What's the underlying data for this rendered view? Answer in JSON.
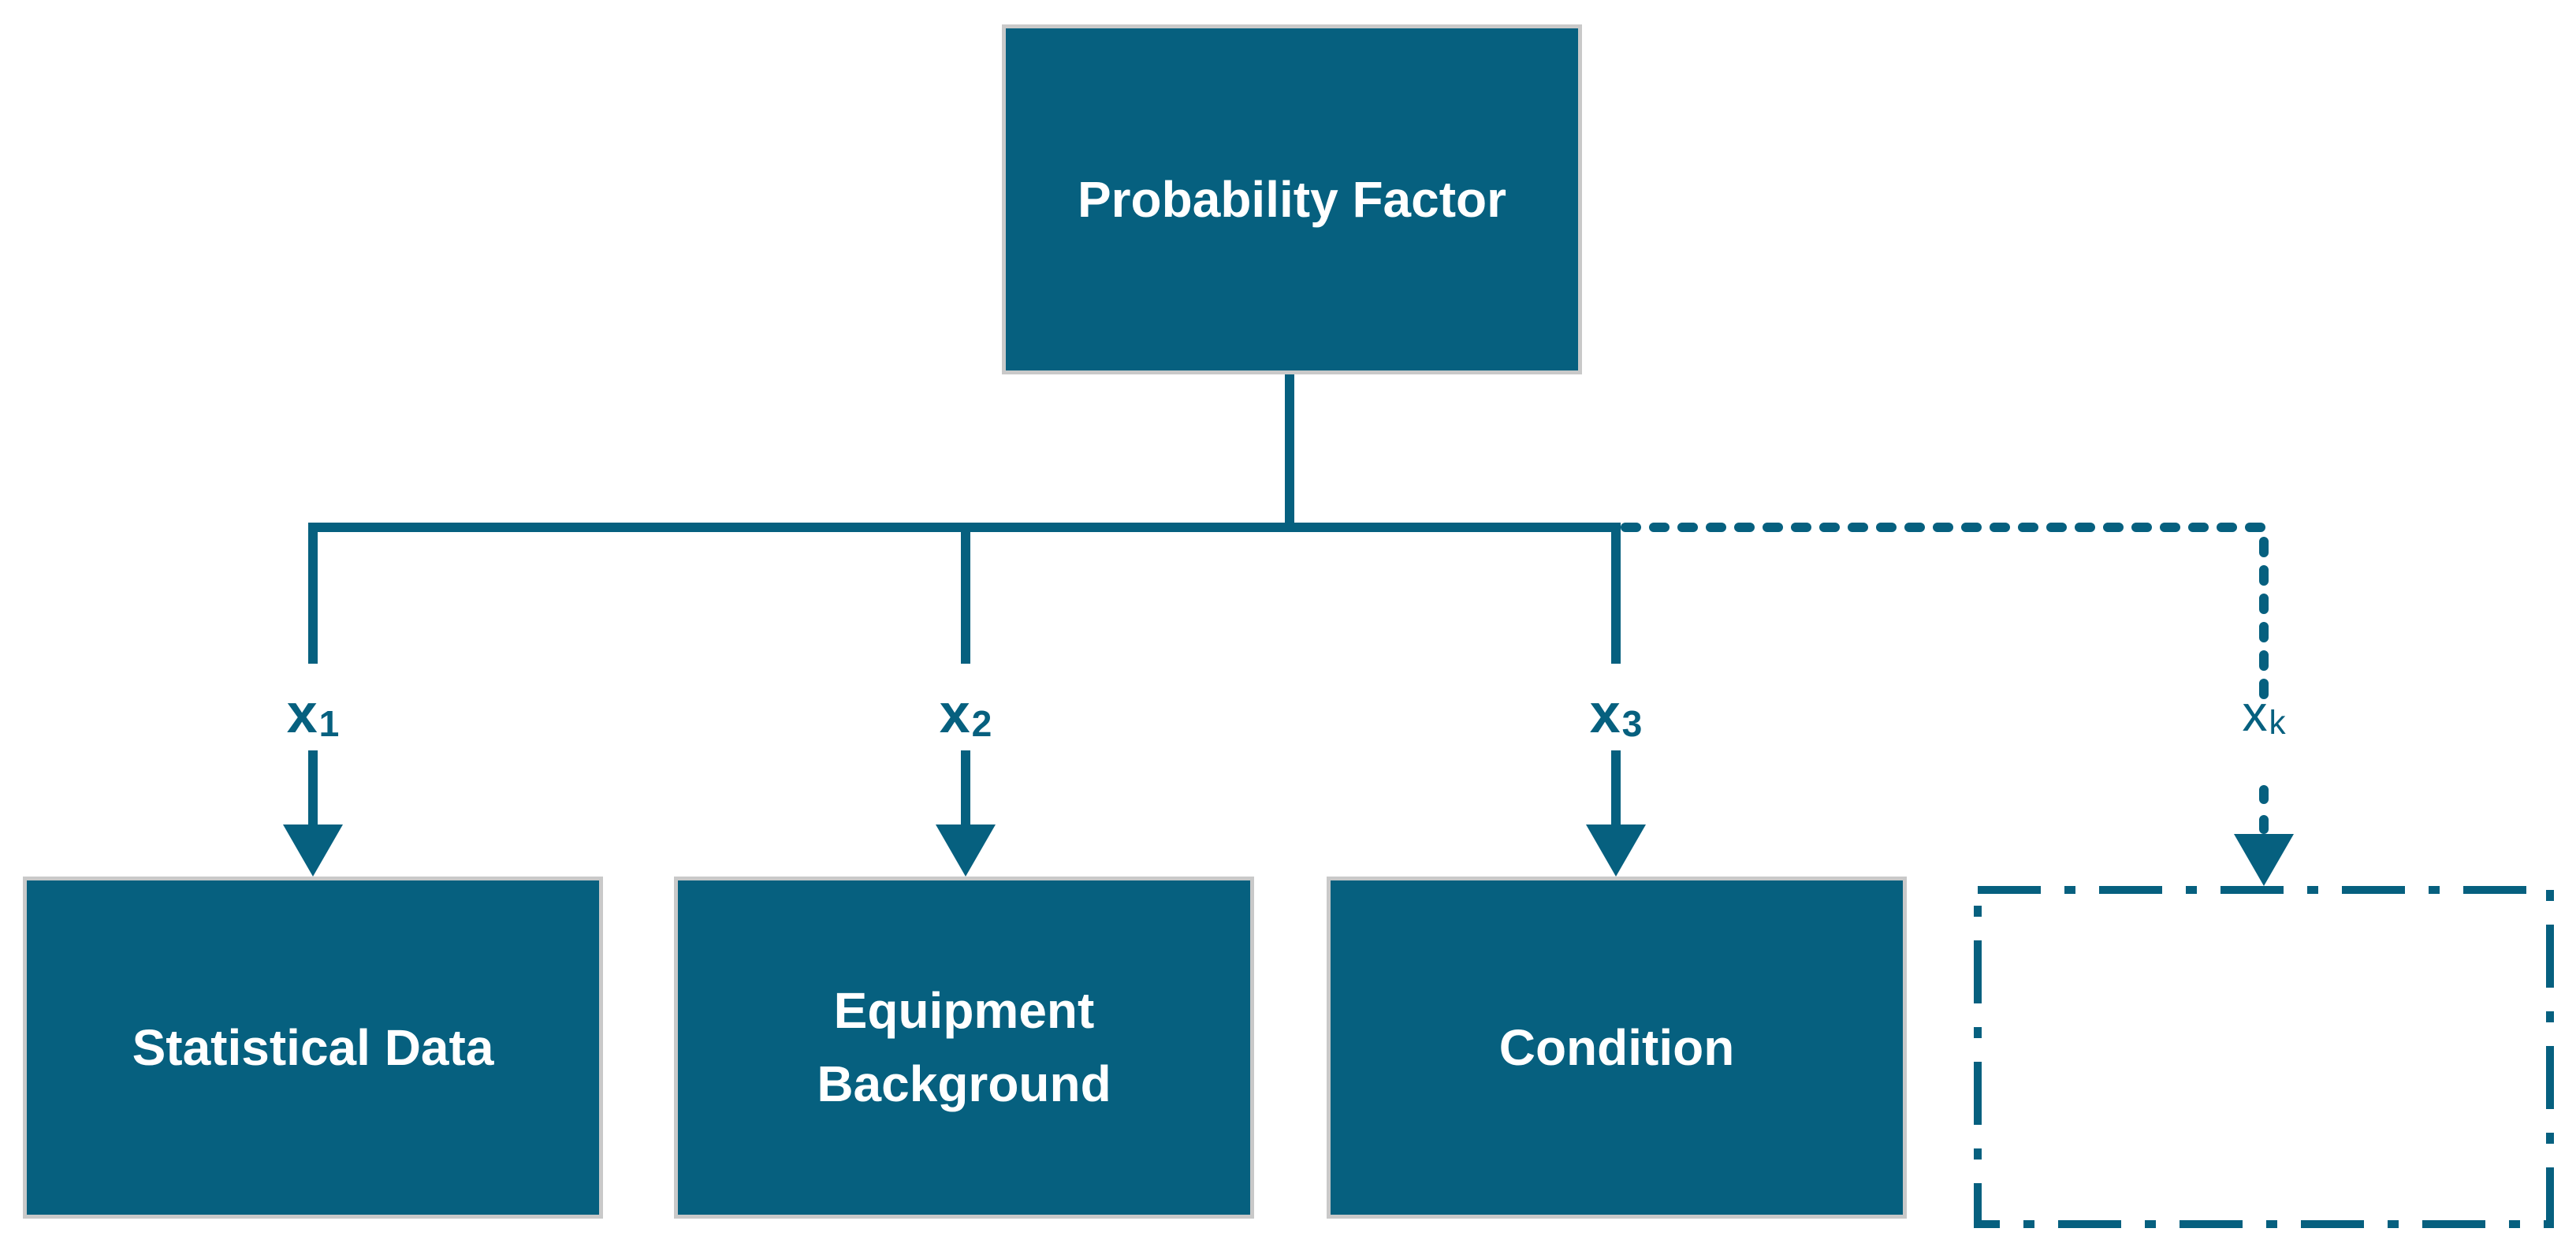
{
  "diagram": {
    "title": "Probability factor hierarchy",
    "root": {
      "label": "Probability Factor"
    },
    "branches": [
      {
        "var_base": "x",
        "var_sub": "1",
        "line_style": "solid",
        "target_label": "Statistical Data"
      },
      {
        "var_base": "x",
        "var_sub": "2",
        "line_style": "solid",
        "target_label": "Equipment Background"
      },
      {
        "var_base": "x",
        "var_sub": "3",
        "line_style": "solid",
        "target_label": "Condition"
      },
      {
        "var_base": "x",
        "var_sub": "k",
        "line_style": "dashed",
        "target_label": ""
      }
    ],
    "placeholder_node": {
      "label": "",
      "border_style": "dash-dot"
    },
    "colors": {
      "node_fill": "#06607F",
      "node_border": "#C9C9C9",
      "node_text": "#FFFFFF",
      "line": "#06607F",
      "background": "#FFFFFF"
    }
  }
}
